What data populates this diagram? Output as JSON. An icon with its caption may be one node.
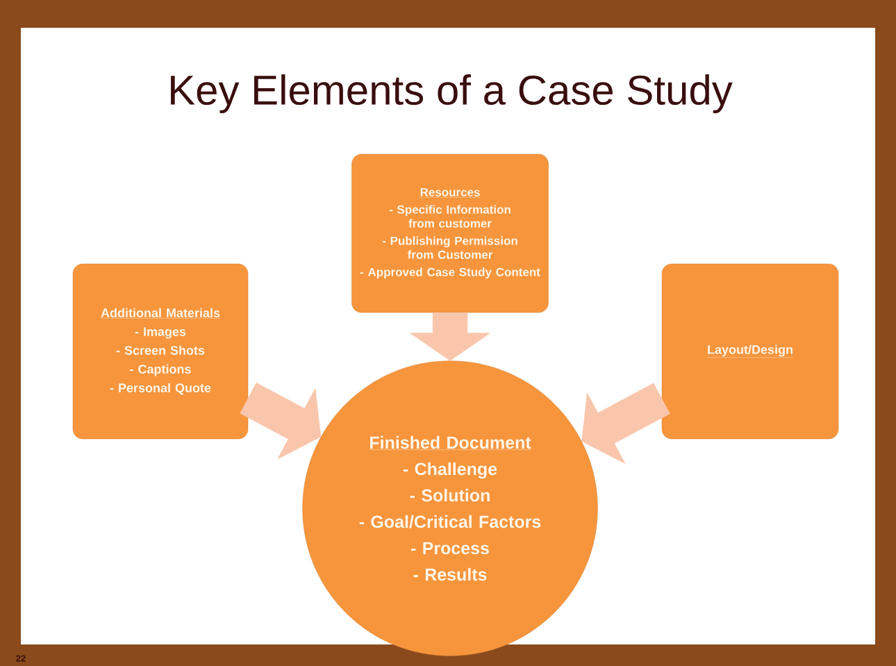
{
  "diagram": {
    "title": "Key Elements of a Case Study",
    "nodes": [
      {
        "text": [
          "Resources",
          "- Specific Information from customer",
          "- Publishing Permission from Customer",
          "- Approved Case Study Content"
        ]
      },
      {
        "text": [
          "Additional Materials",
          "- Images",
          "- Screen Shots",
          "- Captions",
          "- Personal Quote"
        ]
      },
      {
        "text": [
          "Layout/Design"
        ]
      },
      {
        "text": [
          "Finished Document",
          "- Challenge",
          "- Solution",
          "- Goal/Critical Factors",
          "- Process",
          "- Results"
        ]
      }
    ],
    "edges": [
      {
        "from": 0,
        "to": 3,
        "arrow": "to"
      },
      {
        "from": 1,
        "to": 3,
        "arrow": "to"
      },
      {
        "from": 2,
        "to": 3,
        "arrow": "to"
      }
    ],
    "labels": [
      "22"
    ]
  }
}
